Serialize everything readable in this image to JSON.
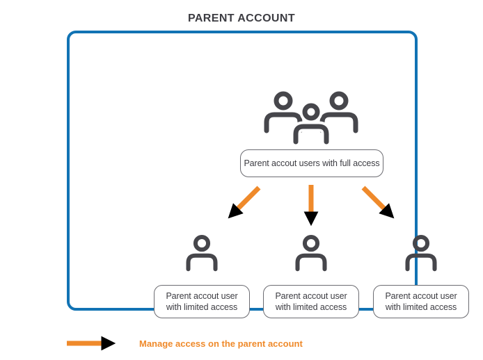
{
  "title": "PARENT ACCOUNT",
  "colors": {
    "blue": "#1173B4",
    "orange": "#EF8A2B",
    "dark": "#46464B",
    "text": "#3C3C42",
    "label-border": "#6B6B71"
  },
  "diagram": {
    "container_name": "parent-account-box",
    "root_icon": "users-group-icon",
    "root_label": "Parent accout users with full access",
    "child_icon": "user-icon",
    "connector_icon": "arrow-down-icon",
    "children": [
      {
        "label": "Parent accout user with limited access"
      },
      {
        "label": "Parent accout user with limited access"
      },
      {
        "label": "Parent accout user with limited access"
      }
    ]
  },
  "legend": {
    "arrow_icon": "arrow-right-icon",
    "text": "Manage access on the parent account"
  }
}
